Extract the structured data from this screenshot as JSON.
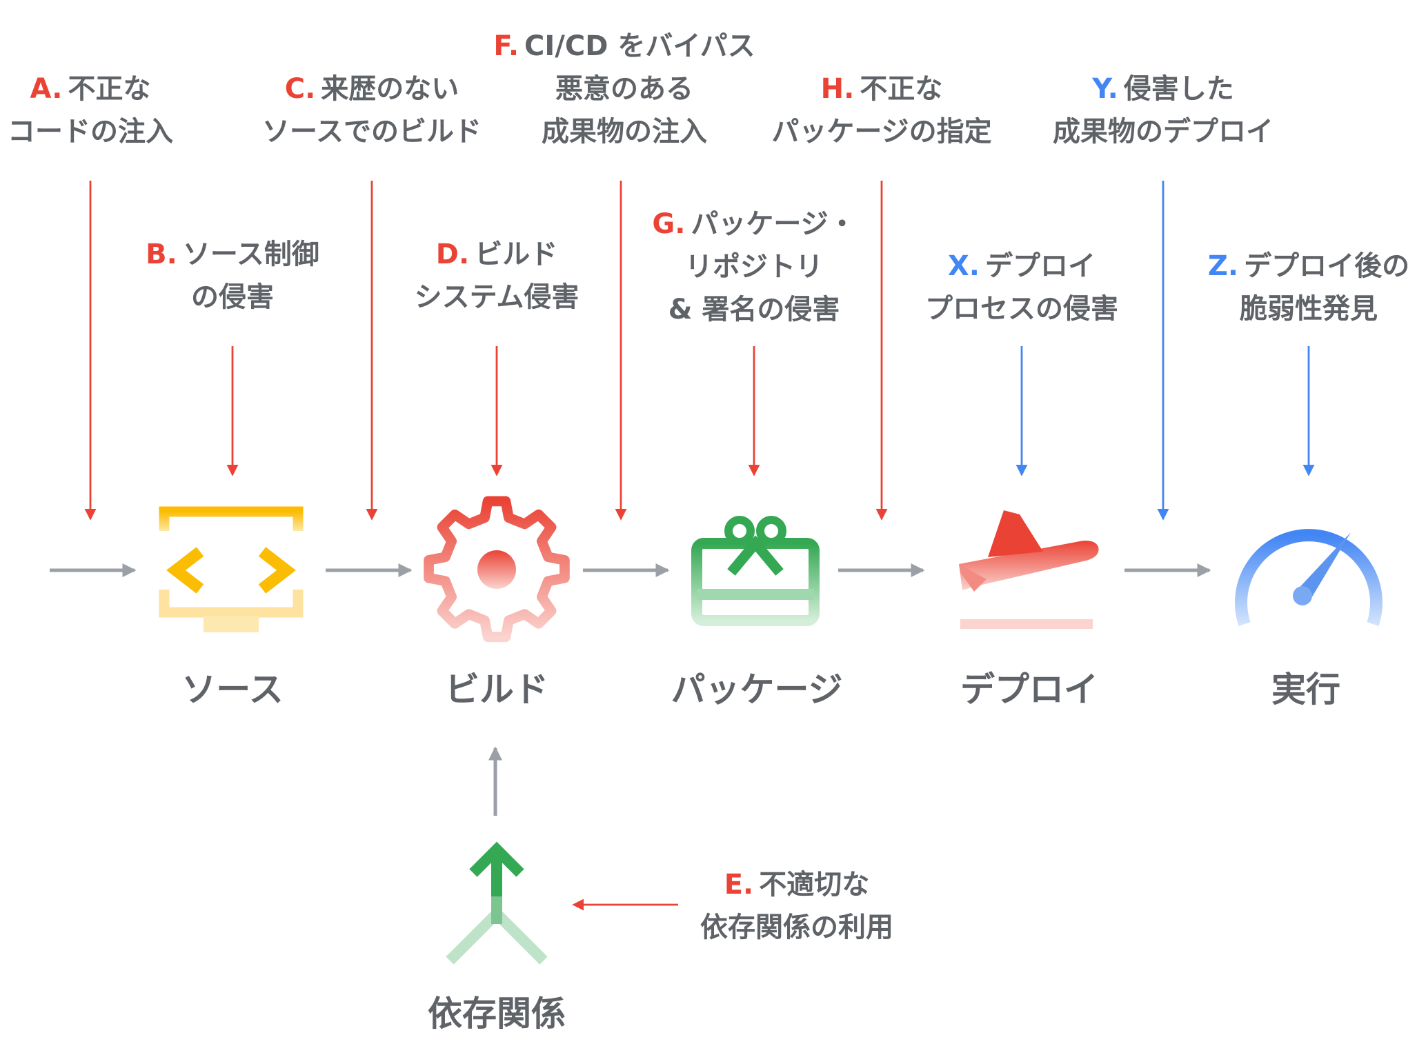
{
  "colors": {
    "attack_red": "#ea4335",
    "attack_blue": "#4285f4",
    "flow_gray": "#9aa0a6",
    "text": "#5f6368",
    "source_yellow": "#fbbc04",
    "build_red": "#ea4335",
    "package_green": "#34a853",
    "deploy_red": "#ea4335",
    "run_blue": "#4285f4",
    "dependency_green": "#34a853"
  },
  "stages": {
    "source": {
      "label": "ソース",
      "icon": "code-brackets-icon"
    },
    "build": {
      "label": "ビルド",
      "icon": "gear-icon"
    },
    "package": {
      "label": "パッケージ",
      "icon": "gift-box-icon"
    },
    "deploy": {
      "label": "デプロイ",
      "icon": "airplane-takeoff-icon"
    },
    "run": {
      "label": "実行",
      "icon": "speedometer-icon"
    },
    "dependency": {
      "label": "依存関係",
      "icon": "merge-arrow-icon"
    }
  },
  "threats": {
    "A": {
      "code": "A.",
      "lines": [
        "不正な",
        "コードの注入"
      ],
      "color": "red"
    },
    "B": {
      "code": "B.",
      "lines": [
        "ソース制御",
        "の侵害"
      ],
      "color": "red"
    },
    "C": {
      "code": "C.",
      "lines": [
        "来歴のない",
        "ソースでのビルド"
      ],
      "color": "red"
    },
    "D": {
      "code": "D.",
      "lines": [
        "ビルド",
        "システム侵害"
      ],
      "color": "red"
    },
    "E": {
      "code": "E.",
      "lines": [
        "不適切な",
        "依存関係の利用"
      ],
      "color": "red"
    },
    "F": {
      "code": "F.",
      "lines": [
        "CI/CD をバイパス",
        "悪意のある",
        "成果物の注入"
      ],
      "color": "red"
    },
    "G": {
      "code": "G.",
      "lines": [
        "パッケージ・",
        "リポジトリ",
        "& 署名の侵害"
      ],
      "color": "red"
    },
    "H": {
      "code": "H.",
      "lines": [
        "不正な",
        "パッケージの指定"
      ],
      "color": "red"
    },
    "X": {
      "code": "X.",
      "lines": [
        "デプロイ",
        "プロセスの侵害"
      ],
      "color": "blue"
    },
    "Y": {
      "code": "Y.",
      "lines": [
        "侵害した",
        "成果物のデプロイ"
      ],
      "color": "blue"
    },
    "Z": {
      "code": "Z.",
      "lines": [
        "デプロイ後の",
        "脆弱性発見"
      ],
      "color": "blue"
    }
  }
}
